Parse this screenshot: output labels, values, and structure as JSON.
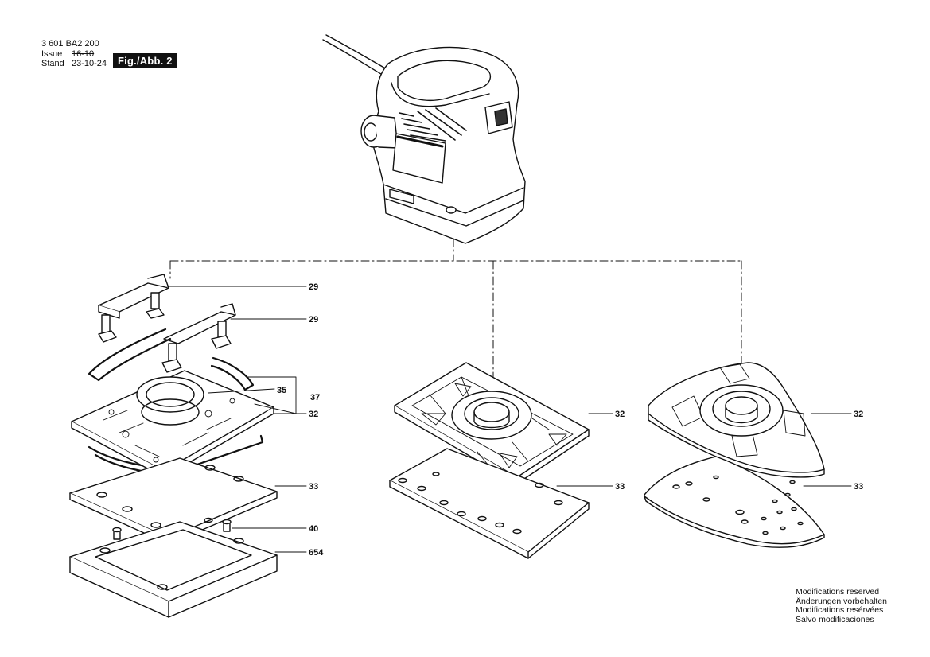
{
  "header": {
    "part_number": "3 601 BA2 200",
    "issue_label": "Issue",
    "stand_label": "Stand",
    "issue_value": "16-10",
    "stand_value": "23-10-24",
    "figure_label": "Fig./Abb. 2"
  },
  "callouts": {
    "c29a": "29",
    "c29b": "29",
    "c35": "35",
    "c37": "37",
    "c32a": "32",
    "c33a": "33",
    "c40": "40",
    "c654": "654",
    "c32b": "32",
    "c33b": "33",
    "c32c": "32",
    "c33c": "33"
  },
  "notes": [
    "Modifications reserved",
    "Änderungen vorbehalten",
    "Modifications resérvées",
    "Salvo modificaciones"
  ],
  "colors": {
    "line": "#111111",
    "fill": "#ffffff",
    "shade": "#d8d8d8"
  }
}
